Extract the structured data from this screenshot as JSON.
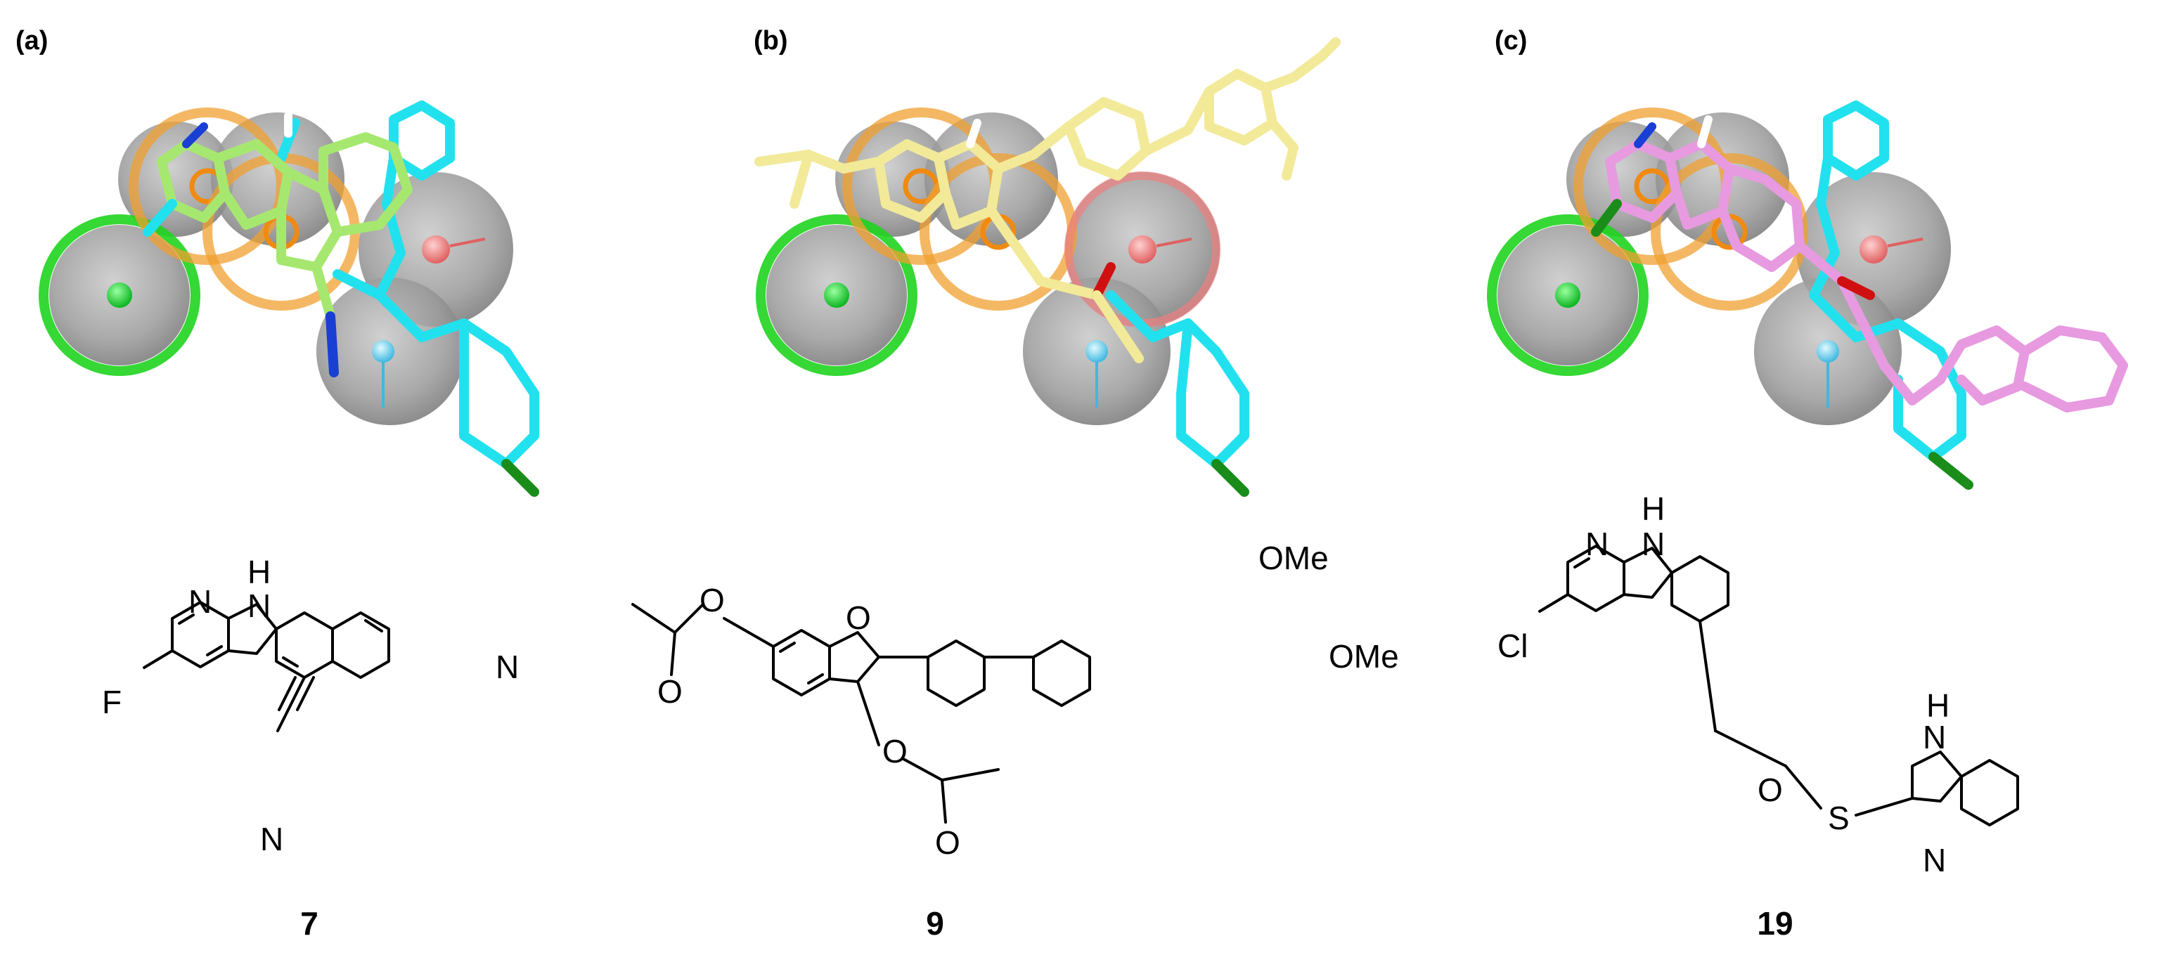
{
  "panels": [
    {
      "label": "(a)",
      "compound": "7"
    },
    {
      "label": "(b)",
      "compound": "9"
    },
    {
      "label": "(c)",
      "compound": "19"
    }
  ],
  "atoms": {
    "a": {
      "N1": "N",
      "NH": "N",
      "H": "H",
      "N2": "N",
      "F": "F",
      "Ncn": "N"
    },
    "b": {
      "O1": "O",
      "O2": "O",
      "O3": "O",
      "O4": "O",
      "O5": "O",
      "OMe1": "OMe",
      "OMe2": "OMe"
    },
    "c": {
      "N1": "N",
      "NH": "N",
      "H": "H",
      "Cl": "Cl",
      "O": "O",
      "S": "S",
      "NH2": "N",
      "H2": "H",
      "N3": "N"
    }
  },
  "colors": {
    "template_ligand": "#22e1ee",
    "ligand_7": "#a6e86f",
    "ligand_9": "#f2ea99",
    "ligand_19": "#e79ae0",
    "feature_hydrophobic": "#1fd41f",
    "feature_aromatic": "#f0a030",
    "feature_acceptor": "#f08080",
    "feature_donor": "#7fd8f0",
    "exclusion_sphere": "#a9a9a9"
  }
}
